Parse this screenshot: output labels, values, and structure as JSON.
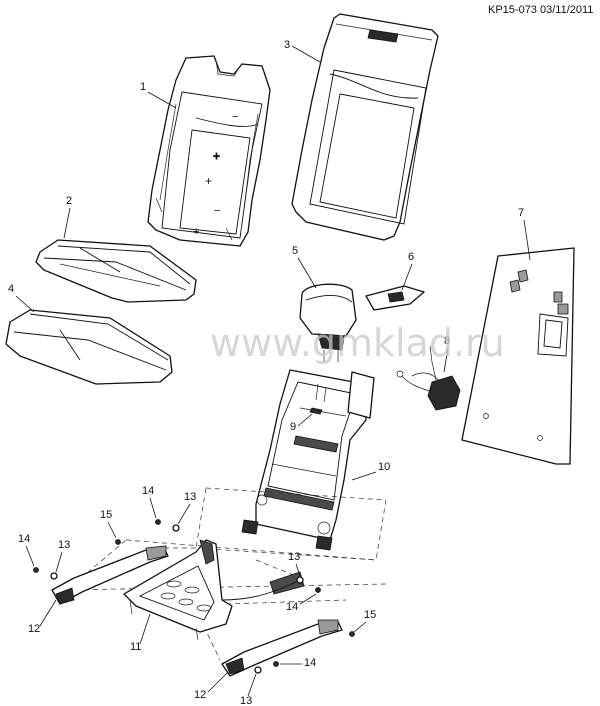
{
  "header": {
    "doc_code": "KP15-073 03/11/2011"
  },
  "watermark": {
    "text": "www.gmklad.ru"
  },
  "callouts": {
    "c1": "1",
    "c2": "2",
    "c3": "3",
    "c4": "4",
    "c5": "5",
    "c6": "6",
    "c7": "7",
    "c8": "8",
    "c9": "9",
    "c10": "10",
    "c11": "11",
    "c12a": "12",
    "c12b": "12",
    "c13a": "13",
    "c13b": "13",
    "c13c": "13",
    "c13d": "13",
    "c14a": "14",
    "c14b": "14",
    "c14c": "14",
    "c14d": "14",
    "c15a": "15",
    "c15b": "15"
  },
  "colors": {
    "line": "#111111",
    "watermark": "#c9c9c9",
    "background": "#ffffff"
  }
}
